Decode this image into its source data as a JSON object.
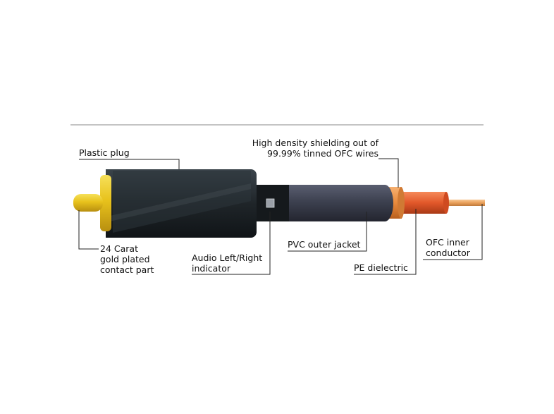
{
  "labels": {
    "plastic_plug": "Plastic plug",
    "shielding_line1": "High density shielding out of",
    "shielding_line2": "99.99% tinned OFC wires",
    "gold_line1": "24 Carat",
    "gold_line2": "gold plated",
    "gold_line3": "contact part",
    "indicator_line1": "Audio Left/Right",
    "indicator_line2": "indicator",
    "pvc_jacket": "PVC outer jacket",
    "pe_dielectric": "PE dielectric",
    "ofc_line1": "OFC inner",
    "ofc_line2": "conductor"
  },
  "colors": {
    "gold": "#e8c21c",
    "plug_body": "#1f2529",
    "jacket": "#3d4150",
    "shielding": "#e88a3c",
    "dielectric": "#e2582a",
    "inner_conductor": "#e9a05a",
    "leader_line": "#222222",
    "divider": "#8a8a8a"
  }
}
